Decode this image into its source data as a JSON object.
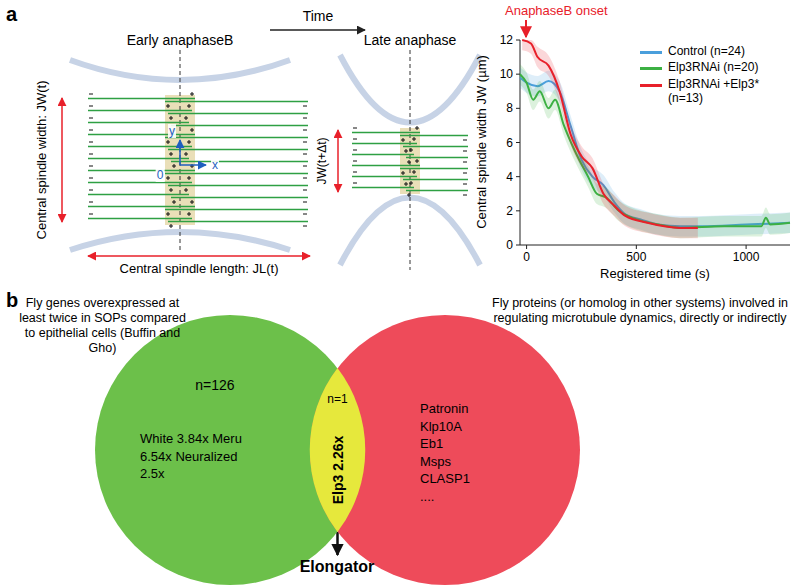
{
  "diagram": {
    "nodes": [
      {
        "text": [
          "Fly genes overexpressed at least twice in SOPs compared to epithelial cells (Buffin and Gho)",
          "n=126",
          "White 3.84x Meru 6.54x Neuralized 2.5x"
        ]
      },
      {
        "text": [
          "n=1",
          "Elp3 2.26x"
        ],
        "in": 0
      },
      {
        "text": [
          "Fly proteins (or homolog in other systems) involved in regulating microtubule dynamics, directly or indirectly",
          "Patronin Klp10A Eb1 Msps CLASP1 ...."
        ]
      },
      {
        "text": [
          "Elongator"
        ]
      }
    ],
    "edges": [
      {
        "from": 1,
        "to": 3,
        "arrow": "to"
      }
    ],
    "labels": [
      "a",
      "Early anaphaseB",
      "Time",
      "Late anaphase",
      "Central spindle width: JW(t)",
      "y",
      "0",
      "x",
      "Central spindle length: JL(t)",
      "JW(t+Δt)",
      "AnaphaseB onset",
      "Central spindle width JW (µm)",
      "Registered time (s)",
      "0",
      "500",
      "1000",
      "0",
      "2",
      "4",
      "6",
      "8",
      "10",
      "12",
      "b"
    ],
    "legend": [
      {
        "text": "Control (n=24)",
        "color": "#4a9fdc"
      },
      {
        "text": "Elp3RNAi (n=20)",
        "color": "#3cb043"
      },
      {
        "text": "Elp3RNAi +Elp3* (n=13)",
        "color": "#e8202a"
      }
    ]
  }
}
